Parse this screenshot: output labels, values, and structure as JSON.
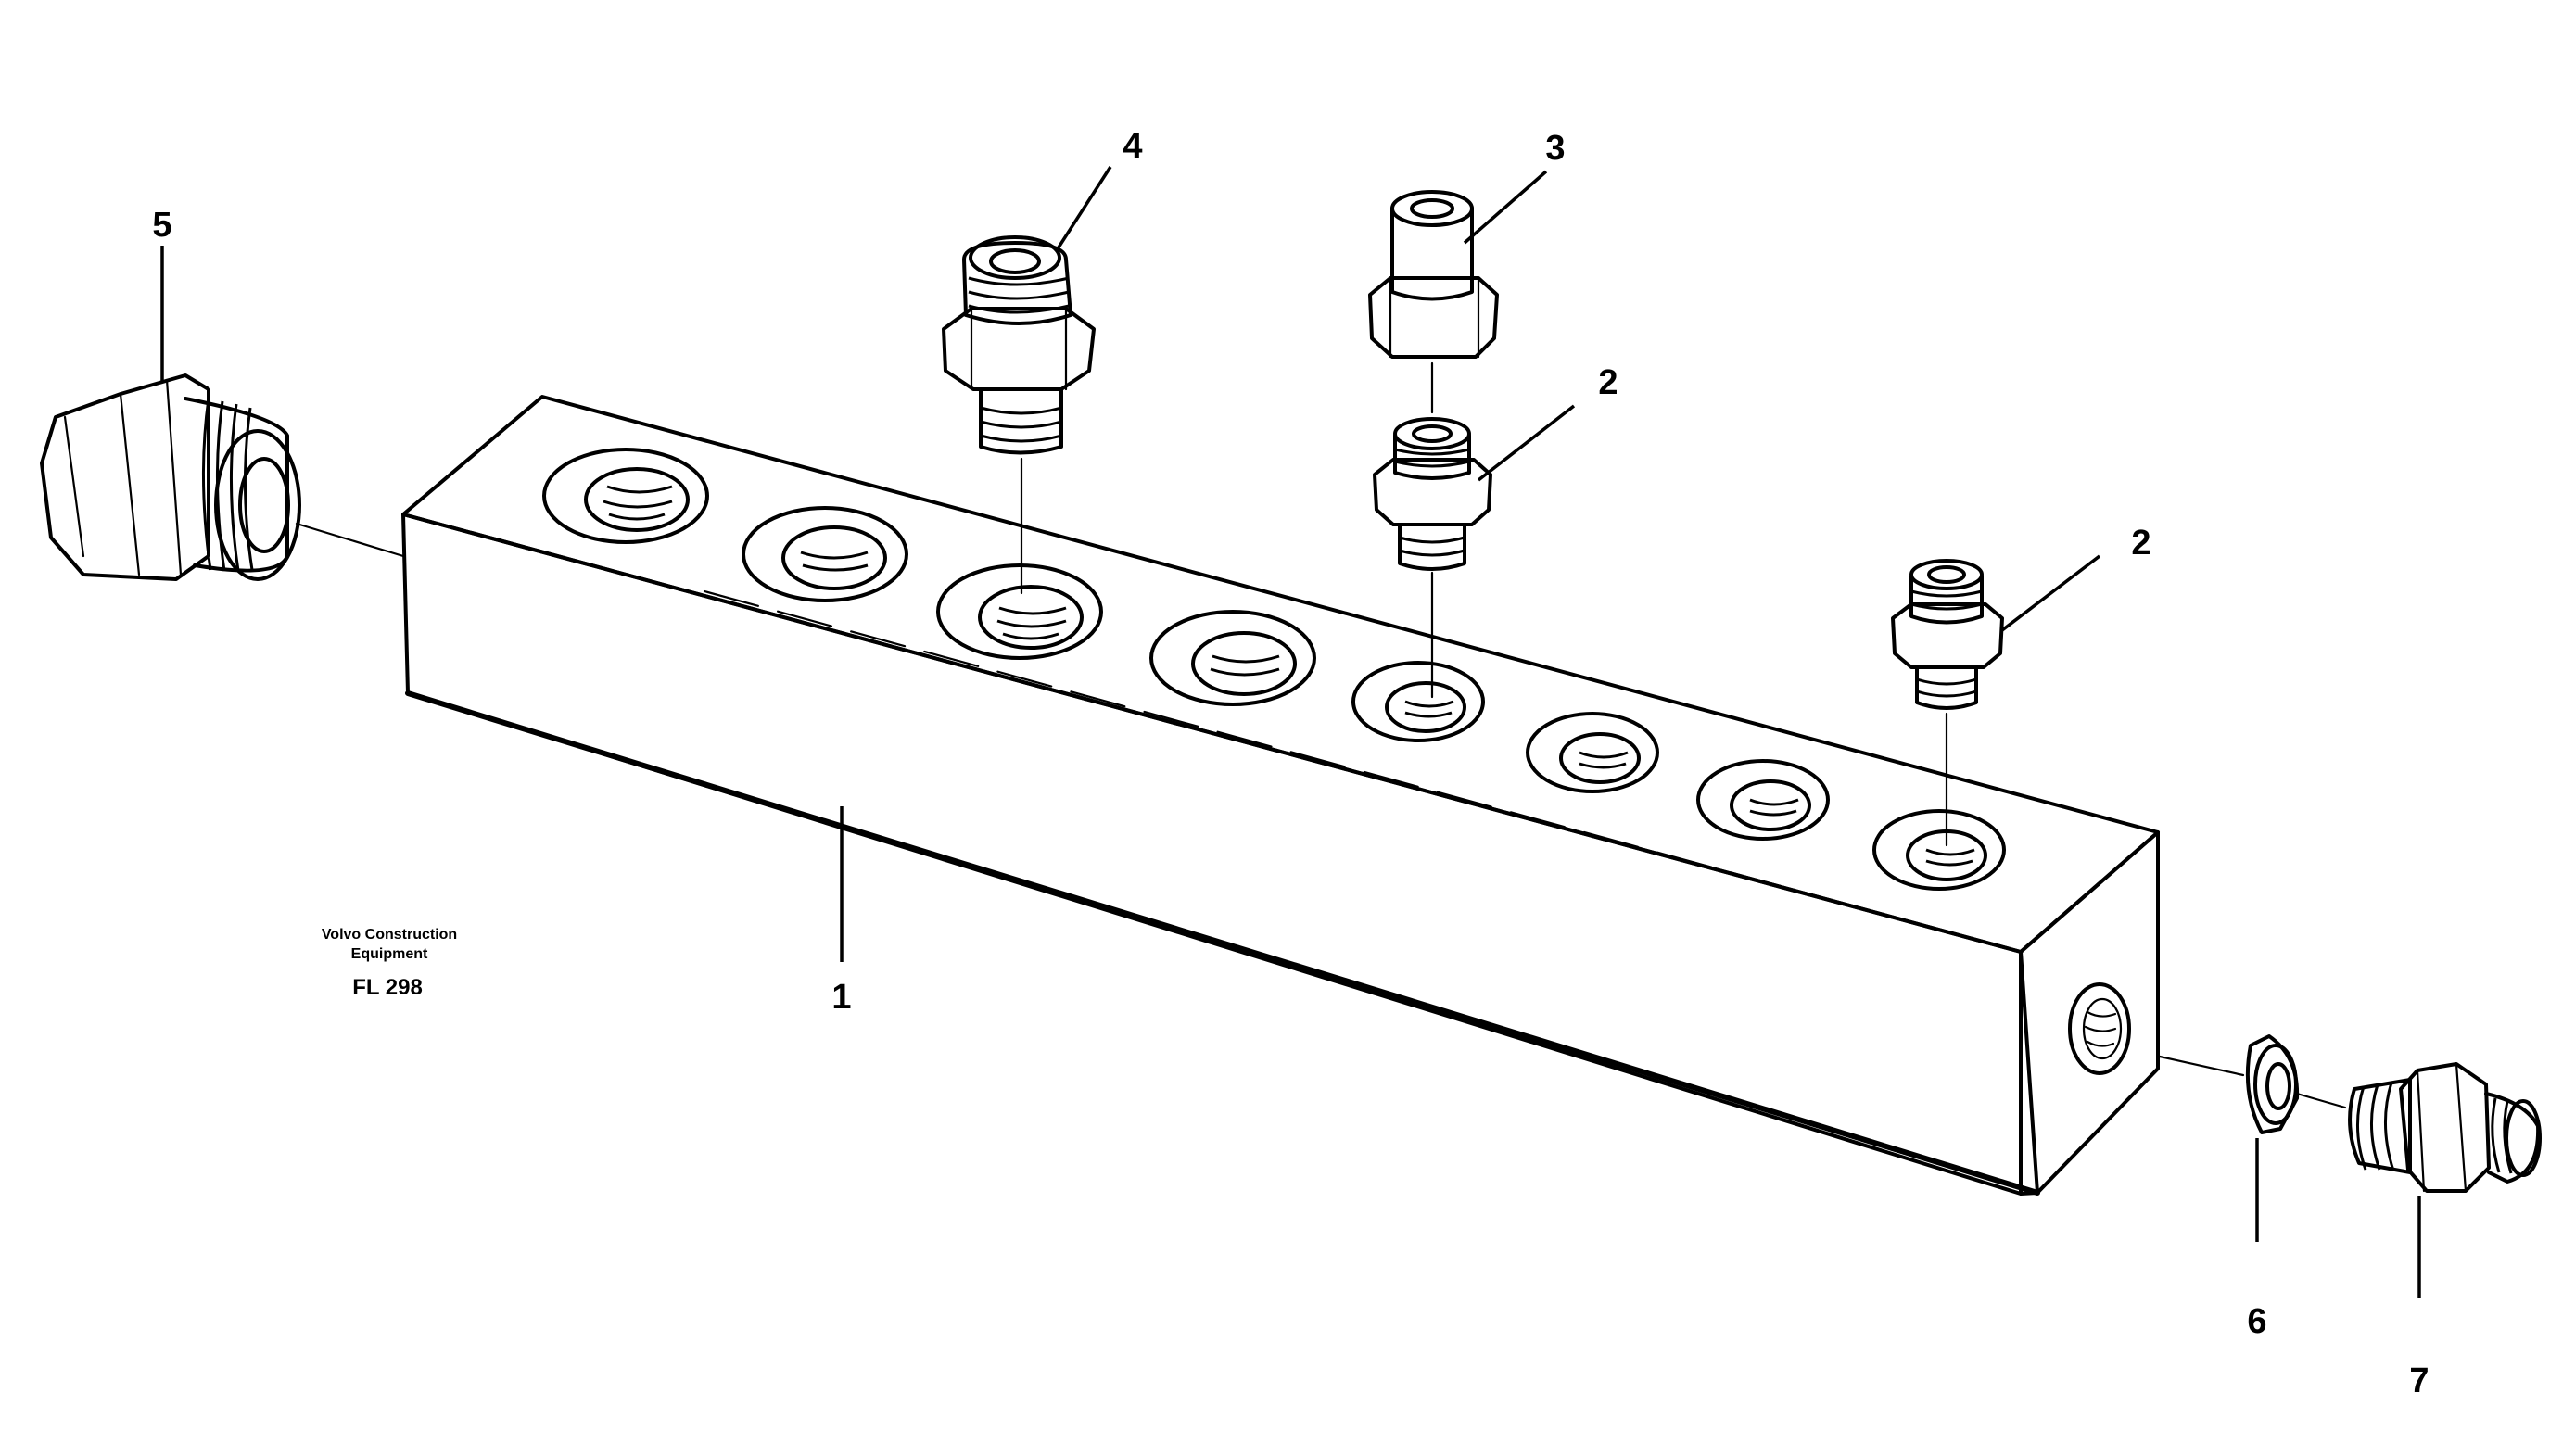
{
  "drawing": {
    "caption_line1": "Volvo Construction",
    "caption_line2": "Equipment",
    "drawing_code": "FL 298"
  },
  "callouts": [
    {
      "id": "1",
      "label": "1"
    },
    {
      "id": "2a",
      "label": "2"
    },
    {
      "id": "2b",
      "label": "2"
    },
    {
      "id": "3",
      "label": "3"
    },
    {
      "id": "4",
      "label": "4"
    },
    {
      "id": "5",
      "label": "5"
    },
    {
      "id": "6",
      "label": "6"
    },
    {
      "id": "7",
      "label": "7"
    }
  ]
}
